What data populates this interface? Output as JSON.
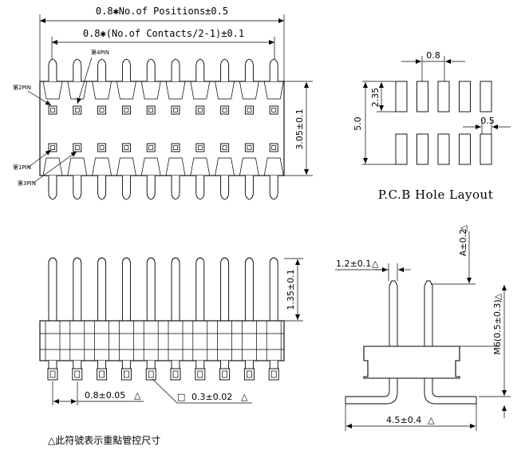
{
  "top_view": {
    "dim_positions": "0.8✱No.of Positions±0.5",
    "dim_contacts": "0.8✱(No.of Contacts/2-1)±0.1",
    "dim_height": "3.05±0.1",
    "pin_labels": {
      "pin2": "第2PIN",
      "pin4": "第4PIN",
      "pin1": "第1PIN",
      "pin3": "第3PIN"
    },
    "columns": 10
  },
  "pcb_layout": {
    "title": "P.C.B Hole Layout",
    "dim_pitch": "0.8",
    "dim_row": "2.35",
    "dim_total": "5.0",
    "dim_hole": "0.5",
    "columns": 5
  },
  "front_view": {
    "dim_pin_height": "1.35±0.1",
    "dim_pitch": "0.8±0.05",
    "dim_pin_size": "0.3±0.02",
    "columns": 10
  },
  "side_view": {
    "dim_tip": "1.2±0.1",
    "dim_a": "A±0.2",
    "dim_m": "M6(0.5±0.3)",
    "dim_width": "4.5±0.4"
  },
  "note": "△此符號表示重點管控尺寸",
  "symbols": {
    "triangle": "△",
    "square": "□"
  }
}
